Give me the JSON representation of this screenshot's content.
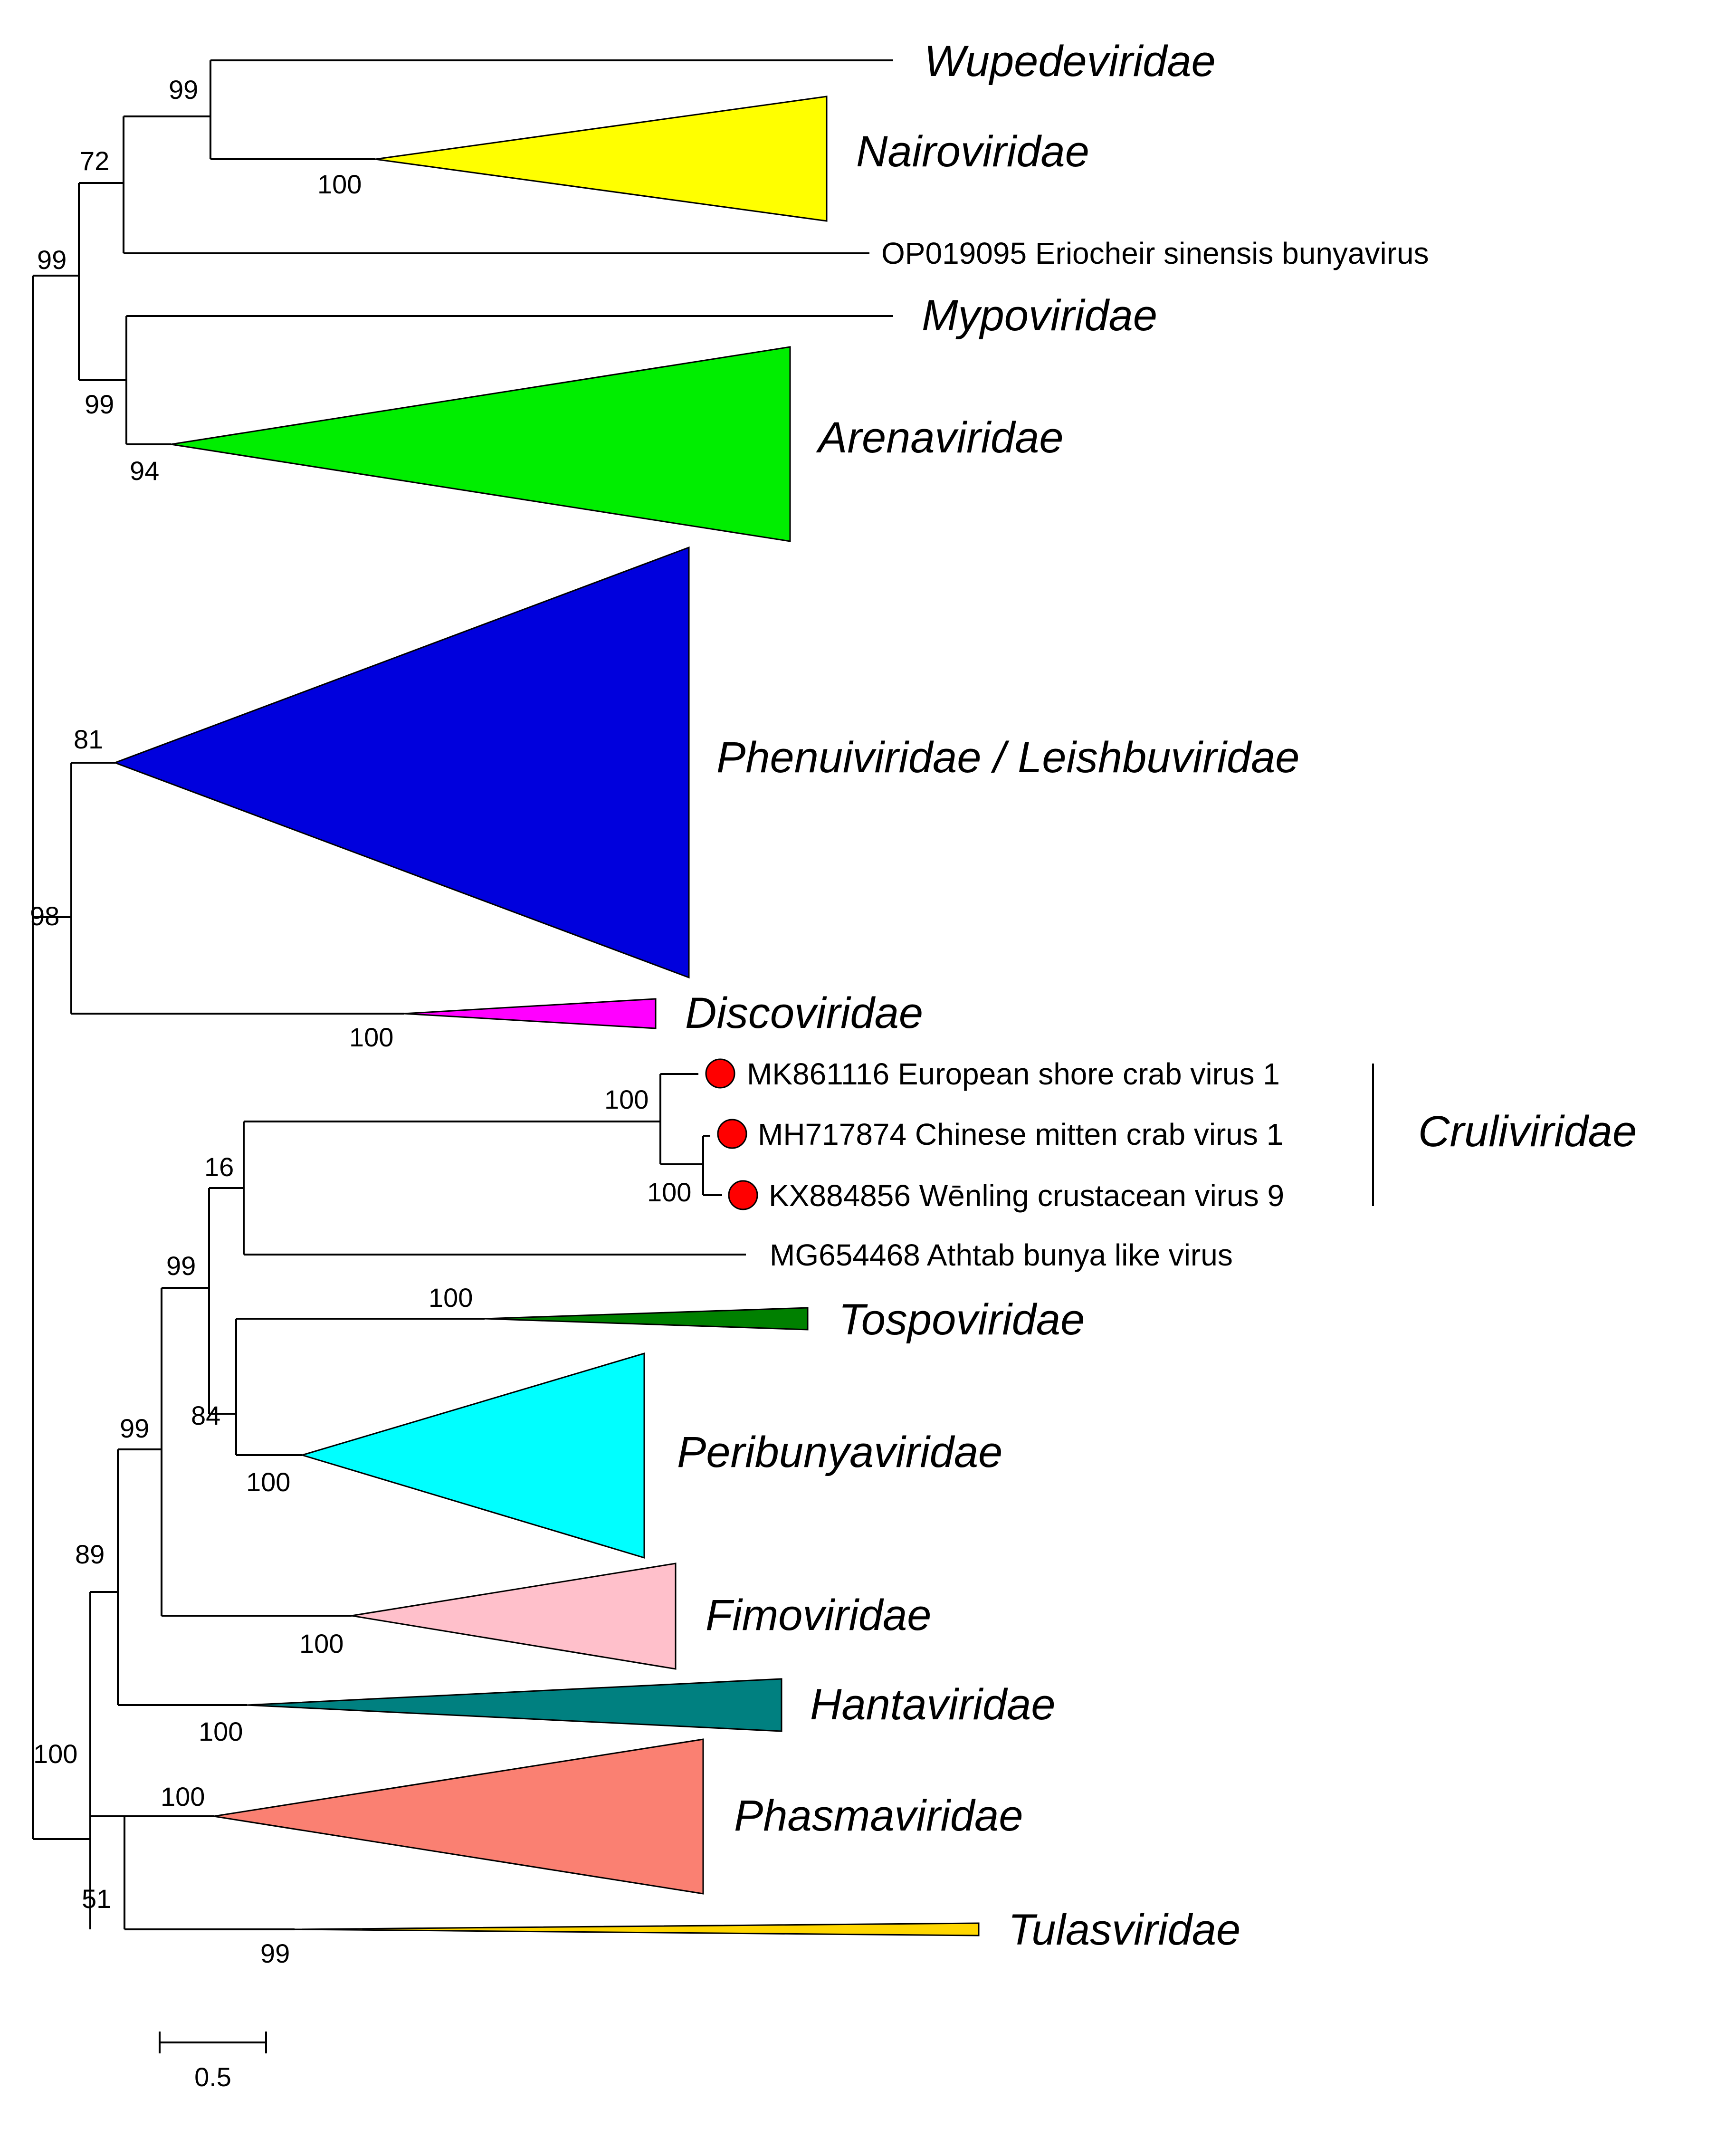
{
  "families": [
    {
      "key": "wupe",
      "name": "Wupedeviridae"
    },
    {
      "key": "nairo",
      "name": "Nairoviridae",
      "color": "#FFFF00"
    },
    {
      "key": "mypo",
      "name": "Mypoviridae"
    },
    {
      "key": "arena",
      "name": "Arenaviridae",
      "color": "#00EE00"
    },
    {
      "key": "phenui",
      "name": "Phenuiviridae / Leishbuviridae",
      "color": "#0000DD"
    },
    {
      "key": "disco",
      "name": "Discoviridae",
      "color": "#FF00FF"
    },
    {
      "key": "cruli",
      "name": "Cruliviridae"
    },
    {
      "key": "tospo",
      "name": "Tospoviridae",
      "color": "#008000"
    },
    {
      "key": "peribunya",
      "name": "Peribunyaviridae",
      "color": "#00FFFF"
    },
    {
      "key": "fimo",
      "name": "Fimoviridae",
      "color": "#FFC0CB"
    },
    {
      "key": "hanta",
      "name": "Hantaviridae",
      "color": "#008080"
    },
    {
      "key": "phasma",
      "name": "Phasmaviridae",
      "color": "#FA8072"
    },
    {
      "key": "tulas",
      "name": "Tulasviridae",
      "color": "#FFD700"
    }
  ],
  "taxa": [
    {
      "key": "op019095",
      "label": "OP019095 Eriocheir sinensis bunyavirus",
      "marked": false
    },
    {
      "key": "mk861116",
      "label": "MK861116 European shore crab virus 1",
      "marked": true
    },
    {
      "key": "mh717874",
      "label": "MH717874 Chinese mitten crab virus 1",
      "marked": true
    },
    {
      "key": "kx884856",
      "label": "KX884856 Wēnling crustacean virus 9",
      "marked": true
    },
    {
      "key": "mg654468",
      "label": "MG654468 Athtab bunya like virus",
      "marked": false
    }
  ],
  "bootstrap": {
    "b99a": "99",
    "b72": "72",
    "b100nairo": "100",
    "b99root": "99",
    "b99mypo": "99",
    "b94": "94",
    "b81": "81",
    "b98": "98",
    "b100disco": "100",
    "b100cruli": "100",
    "b100cruli2": "100",
    "b16": "16",
    "b99c": "99",
    "b100tospo": "100",
    "b84": "84",
    "b100peri": "100",
    "b99d": "99",
    "b89": "89",
    "b100fimo": "100",
    "b100hanta": "100",
    "b100root": "100",
    "b100phasma": "100",
    "b51": "51",
    "b99tulas": "99"
  },
  "marker_color": "#FF0000",
  "scale_bar": {
    "label": "0.5"
  }
}
